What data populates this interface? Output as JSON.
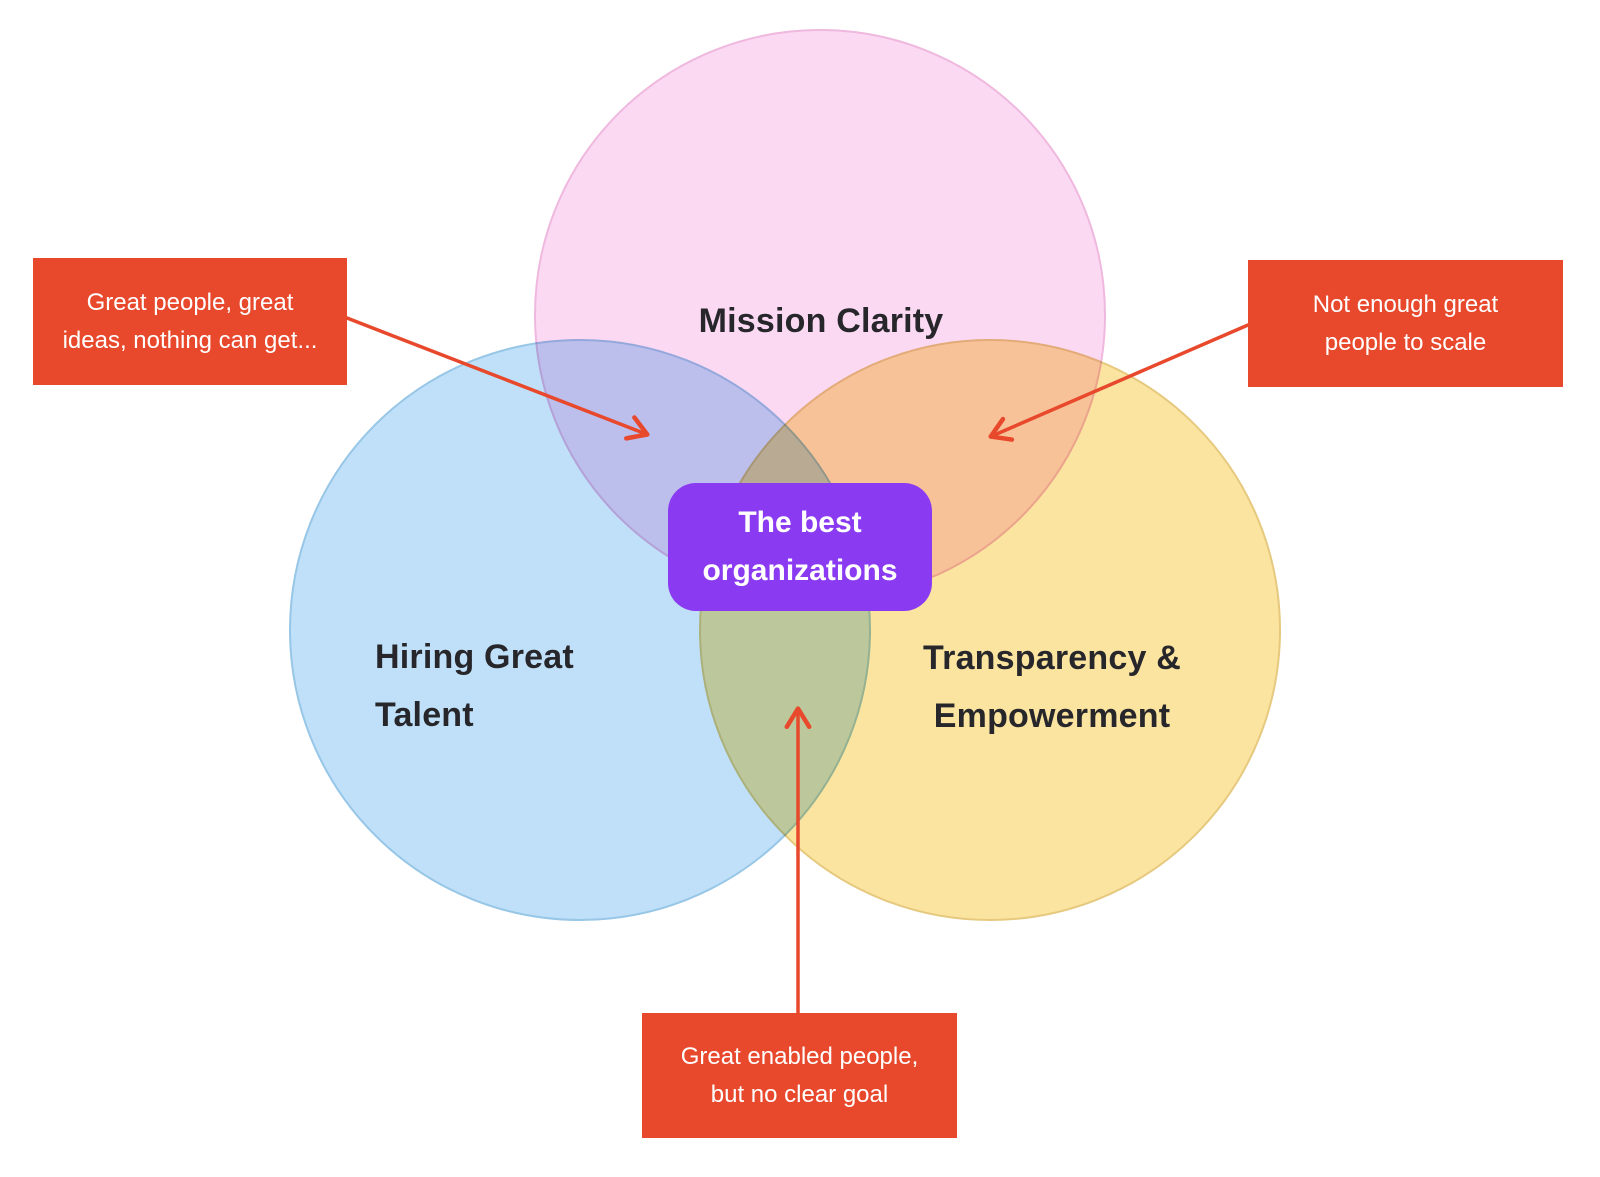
{
  "palette": {
    "background": "#FFFFFF",
    "callout_red": "#E8482B",
    "arrow_red": "#E8482B",
    "badge_purple": "#8A3BF2",
    "label_dark": "#26262B",
    "text_white": "#FFFFFF"
  },
  "venn": {
    "circles": [
      {
        "name": "mission-clarity",
        "label": "Mission Clarity",
        "fill": "#FBD9F3",
        "stroke": "#EFB8DE"
      },
      {
        "name": "hiring-great-talent",
        "label": "Hiring Great\nTalent",
        "fill": "#BFE0F8",
        "stroke": "#97C6E7"
      },
      {
        "name": "transparency-empowerment",
        "label": "Transparency &\nEmpowerment",
        "fill": "#FBE4A0",
        "stroke": "#E6C97E"
      }
    ],
    "center_badge": {
      "label": "The best\norganizations",
      "fill": "#8A3BF2"
    }
  },
  "callouts": [
    {
      "name": "hiring-mission-overlap-note",
      "text": "Great people, great\nideas, nothing can get...",
      "fill": "#E8482B"
    },
    {
      "name": "mission-transparency-overlap-note",
      "text": "Not enough great\npeople to scale",
      "fill": "#E8482B"
    },
    {
      "name": "talent-transparency-overlap-note",
      "text": "Great enabled people,\nbut no clear goal",
      "fill": "#E8482B"
    }
  ]
}
